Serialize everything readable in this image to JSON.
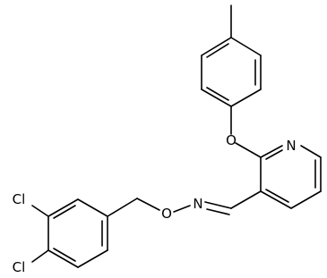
{
  "molecule": {
    "atom_labels": {
      "n_pyridine": "N",
      "o_ether": "O",
      "n_oxime": "N",
      "o_oxime": "O",
      "cl_3": "Cl",
      "cl_4": "Cl"
    }
  },
  "colors": {
    "bond": "#000000",
    "background": "#ffffff"
  }
}
